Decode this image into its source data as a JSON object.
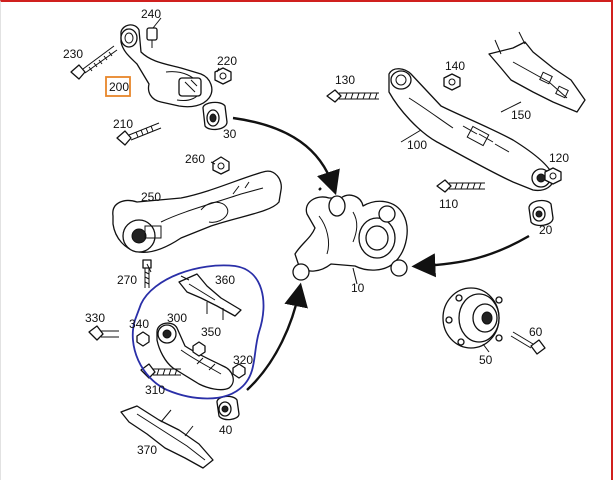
{
  "labels": {
    "p10": "10",
    "p20": "20",
    "p30": "30",
    "p40": "40",
    "p50": "50",
    "p60": "60",
    "p100": "100",
    "p110": "110",
    "p120": "120",
    "p130": "130",
    "p140": "140",
    "p150": "150",
    "p200": "200",
    "p210": "210",
    "p220": "220",
    "p230": "230",
    "p240": "240",
    "p250": "250",
    "p260": "260",
    "p270": "270",
    "p300": "300",
    "p310": "310",
    "p320": "320",
    "p330": "330",
    "p340": "340",
    "p350": "350",
    "p360": "360",
    "p370": "370"
  },
  "colors": {
    "frame_border": "#d0201e",
    "highlight_box": "#e8862a",
    "selection_loop": "#2a2fa8",
    "line": "#111111"
  }
}
